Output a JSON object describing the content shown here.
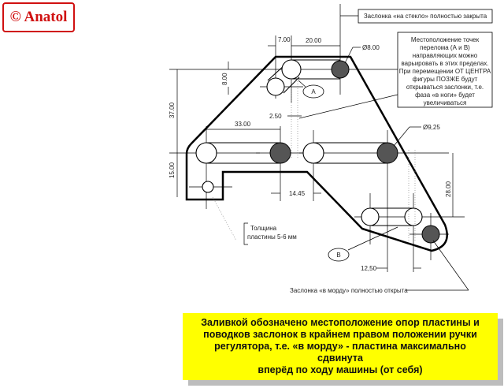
{
  "logo": {
    "text": "© Anatol",
    "color": "#d01010"
  },
  "callouts": {
    "top_closed": "Заслонка «на стекло» полностью закрыта",
    "bottom_open": "Заслонка «в морду» полностью открыта",
    "thickness_line1": "Толщина",
    "thickness_line2": "пластины 5-6 мм",
    "info_lines": [
      "Местоположение точек",
      "перелома (А и В)",
      "направляющих можно",
      "варьировать в этих пределах.",
      "При перемещении ОТ ЦЕНТРА",
      "фигуры ПОЗЖЕ будут",
      "открываться заслонки, т.е.",
      "фаза «в ноги» будет",
      "увеличиваться"
    ]
  },
  "dimensions": {
    "d7": "7.00",
    "d20": "20.00",
    "d8": "8.00",
    "d37": "37.00",
    "d2_5": "2.50",
    "d33": "33.00",
    "d15": "15.00",
    "d14_45": "14.45",
    "dia8": "Ø8.00",
    "dia9_25": "Ø9,25",
    "d28": "28.00",
    "d12_5": "12,50"
  },
  "points": {
    "a": "A",
    "b": "B"
  },
  "note": {
    "lines": [
      "Заливкой обозначено местоположение опор пластины и",
      "поводков заслонок в крайнем правом положении ручки",
      "регулятора, т.е. «в морду» - пластина максимально сдвинута",
      "вперёд по ходу машины (от себя)"
    ],
    "bg_color": "#ffff00"
  }
}
